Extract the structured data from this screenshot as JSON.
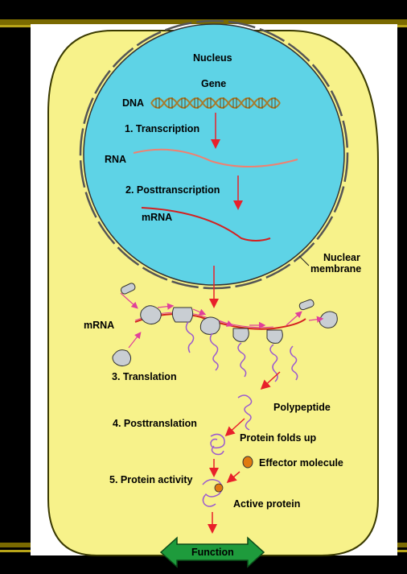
{
  "colors": {
    "background": "#000000",
    "gold_band": "#7a6a00",
    "gold_band_light": "#b8a419",
    "cell": "#f7f28a",
    "nucleus": "#5ed3e6",
    "arrow": "#e8202a",
    "rna": "#f08070",
    "mrna": "#d42020",
    "protein": "#9b59d0",
    "ribosome": "#c9ced3",
    "effector": "#e07a10",
    "function_box": "#1e9b3c"
  },
  "labels": {
    "nucleus": "Nucleus",
    "gene": "Gene",
    "dna": "DNA",
    "step1": "1. Transcription",
    "rna": "RNA",
    "step2": "2. Posttranscription",
    "mrna_nuclear": "mRNA",
    "nuclear_membrane_1": "Nuclear",
    "nuclear_membrane_2": "membrane",
    "mrna_cyto": "mRNA",
    "step3": "3. Translation",
    "polypeptide": "Polypeptide",
    "step4": "4. Posttranslation",
    "protein_folds": "Protein folds up",
    "effector": "Effector molecule",
    "step5": "5. Protein activity",
    "active_protein": "Active protein",
    "function": "Function"
  }
}
